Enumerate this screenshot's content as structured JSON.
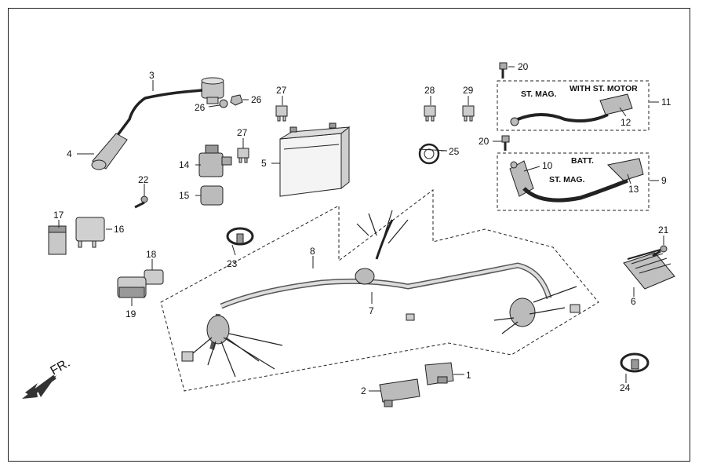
{
  "callouts": {
    "n1": "1",
    "n2": "2",
    "n3": "3",
    "n4": "4",
    "n5": "5",
    "n6": "6",
    "n7": "7",
    "n8": "8",
    "n9": "9",
    "n10": "10",
    "n11": "11",
    "n12": "12",
    "n13": "13",
    "n14": "14",
    "n15": "15",
    "n16": "16",
    "n17": "17",
    "n18": "18",
    "n19": "19",
    "n20a": "20",
    "n20b": "20",
    "n21": "21",
    "n22": "22",
    "n23": "23",
    "n24": "24",
    "n25": "25",
    "n26a": "26",
    "n26b": "26",
    "n27a": "27",
    "n27b": "27",
    "n28": "28",
    "n29": "29"
  },
  "labels": {
    "st_mag_top": "ST. MAG.",
    "with_st_motor": "WITH ST. MOTOR",
    "batt": "BATT.",
    "st_mag_bottom": "ST. MAG.",
    "front": "FR."
  },
  "colors": {
    "line": "#222222",
    "part_gray": "#b9b9b9",
    "dark": "#444444"
  }
}
